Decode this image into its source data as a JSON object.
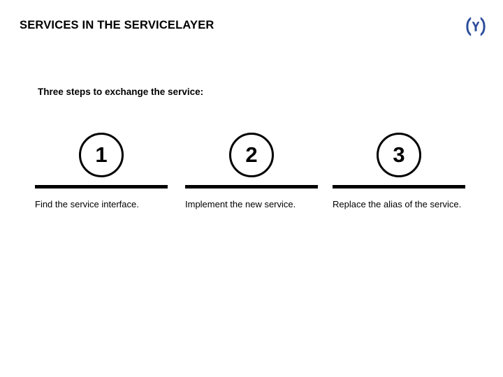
{
  "header": {
    "title": "SERVICES IN THE SERVICELAYER",
    "logo": {
      "name": "brand-logo-y-brackets",
      "letter": "Y",
      "color": "#2B4C9B"
    }
  },
  "content": {
    "subheading": "Three steps to exchange the service:",
    "steps": [
      {
        "number": "1",
        "text": "Find the service interface."
      },
      {
        "number": "2",
        "text": "Implement the new service."
      },
      {
        "number": "3",
        "text": "Replace the alias of the service."
      }
    ]
  },
  "theme": {
    "background": "#FFFFFF",
    "foreground": "#000000",
    "accent": "#2B4C9B"
  }
}
